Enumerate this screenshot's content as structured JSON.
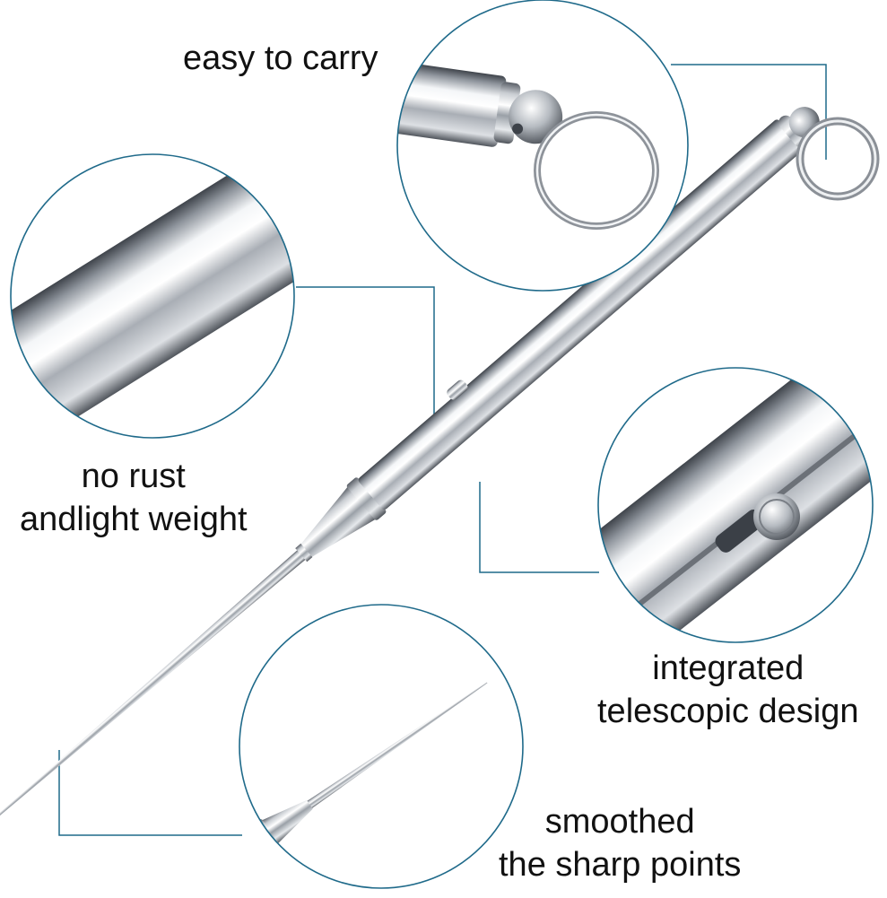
{
  "captions": {
    "easy_to_carry": "easy to carry",
    "no_rust_line1": "no rust",
    "no_rust_line2": "andlight weight",
    "telescopic_line1": "integrated",
    "telescopic_line2": "telescopic design",
    "sharp_line1": "smoothed",
    "sharp_line2": "the sharp points"
  },
  "colors": {
    "circle_border": "#1f6a8a",
    "leader_line": "#1f6a8a",
    "steel_light": "#f4f6f8",
    "steel_mid": "#b9bec4",
    "steel_dark": "#5b6068"
  }
}
